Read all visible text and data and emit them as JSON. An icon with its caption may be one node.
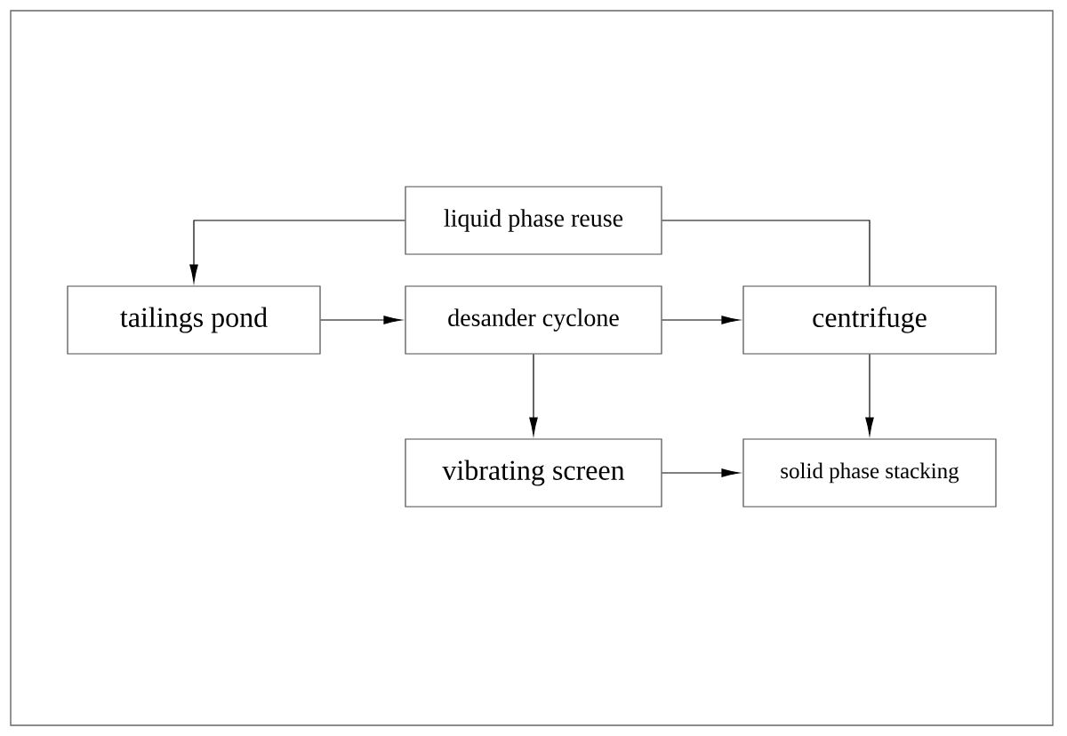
{
  "diagram": {
    "nodes": [
      {
        "text": [
          "liquid phase reuse"
        ]
      },
      {
        "text": [
          "tailings pond"
        ]
      },
      {
        "text": [
          "desander cyclone"
        ]
      },
      {
        "text": [
          "centrifuge"
        ]
      },
      {
        "text": [
          "vibrating screen"
        ]
      },
      {
        "text": [
          "solid phase stacking"
        ]
      }
    ],
    "edges": [
      {
        "from": 3,
        "to": 0,
        "arrow": "none"
      },
      {
        "from": 0,
        "to": 1,
        "arrow": "to"
      },
      {
        "from": 1,
        "to": 2,
        "arrow": "to"
      },
      {
        "from": 2,
        "to": 3,
        "arrow": "to"
      },
      {
        "from": 2,
        "to": 4,
        "arrow": "to"
      },
      {
        "from": 4,
        "to": 5,
        "arrow": "to"
      },
      {
        "from": 3,
        "to": 5,
        "arrow": "to"
      }
    ]
  }
}
